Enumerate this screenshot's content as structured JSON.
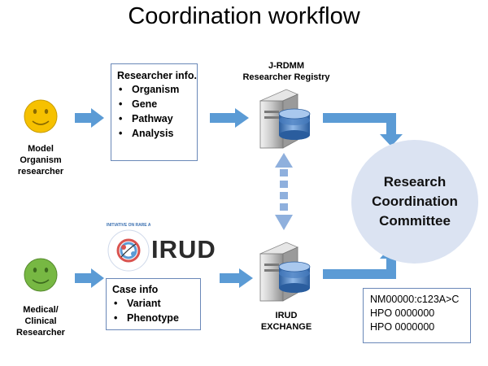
{
  "title": "Coordination workflow",
  "actors": {
    "model": {
      "line1": "Model",
      "line2": "Organism",
      "line3": "researcher",
      "face_color": "#f6c100"
    },
    "clinical": {
      "line1": "Medical/",
      "line2": "Clinical",
      "line3": "Researcher",
      "face_color": "#77b843"
    }
  },
  "researcher_note": {
    "title": "Researcher info.",
    "items": [
      "Organism",
      "Gene",
      "Pathway",
      "Analysis"
    ]
  },
  "case_note": {
    "title": "Case info",
    "items": [
      "Variant",
      "Phenotype"
    ]
  },
  "registry": {
    "line1": "J-RDMM",
    "line2": "Researcher Registry"
  },
  "exchange": {
    "line1": "IRUD",
    "line2": "EXCHANGE"
  },
  "irud_logo": {
    "text": "IRUD",
    "ring_text": "INITIATIVE ON RARE AND UNDIAGNOSED DISEASES"
  },
  "committee": {
    "line1": "Research",
    "line2": "Coordination",
    "line3": "Committee"
  },
  "codes_note": {
    "lines": [
      "NM00000:c123A>C",
      "HPO 0000000",
      "HPO 0000000"
    ]
  },
  "colors": {
    "arrow": "#5b9bd5",
    "circle": "#dbe3f2",
    "note_border": "#6a88b8",
    "server_blue": "#3a6fb0"
  }
}
